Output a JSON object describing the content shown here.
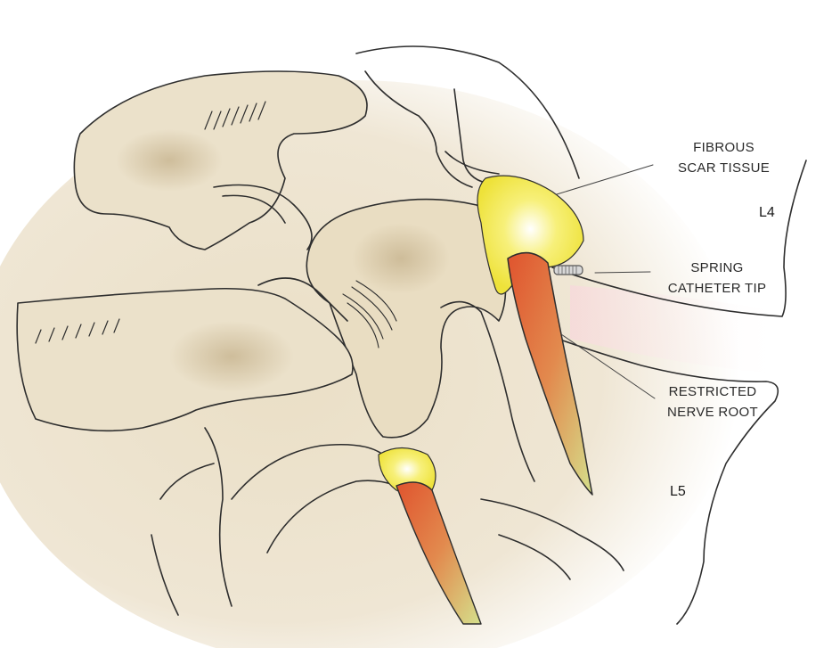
{
  "labels": {
    "scar_tissue": [
      "FIBROUS",
      "SCAR TISSUE"
    ],
    "catheter": [
      "SPRING",
      "CATHETER TIP"
    ],
    "nerve_root": [
      "RESTRICTED",
      "NERVE ROOT"
    ]
  },
  "levels": {
    "upper": "L4",
    "lower": "L5"
  },
  "colors": {
    "bone": "#ece2cc",
    "bone_shadow": "#cdbb98",
    "outline": "#2e2e2e",
    "scar": "#f3ea4a",
    "nerve": "#d9653a",
    "nerve_light": "#cfd98a"
  }
}
